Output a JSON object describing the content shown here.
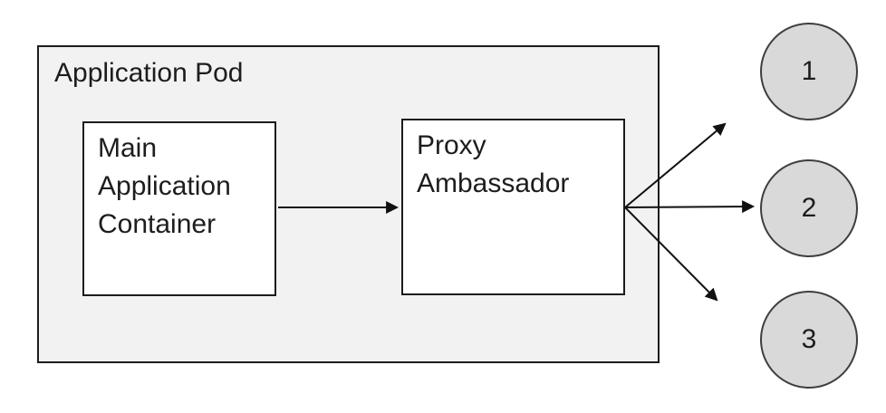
{
  "pod": {
    "label": "Application Pod"
  },
  "nodes": [
    {
      "id": "main-application-container",
      "label": "Main Application Container"
    },
    {
      "id": "proxy-ambassador",
      "label": "Proxy Ambassador"
    }
  ],
  "endpoints": [
    {
      "id": "endpoint-1",
      "label": "1"
    },
    {
      "id": "endpoint-2",
      "label": "2"
    },
    {
      "id": "endpoint-3",
      "label": "3"
    }
  ],
  "connections": [
    {
      "from": "main-application-container",
      "to": "proxy-ambassador"
    },
    {
      "from": "proxy-ambassador",
      "to": "endpoint-1"
    },
    {
      "from": "proxy-ambassador",
      "to": "endpoint-2"
    },
    {
      "from": "proxy-ambassador",
      "to": "endpoint-3"
    }
  ],
  "colors": {
    "pod_fill": "#f2f2f2",
    "node_fill": "#ffffff",
    "endpoint_fill": "#d9d9d9",
    "stroke": "#1c1c1c",
    "text": "#1d1d1d",
    "background": "#ffffff"
  }
}
